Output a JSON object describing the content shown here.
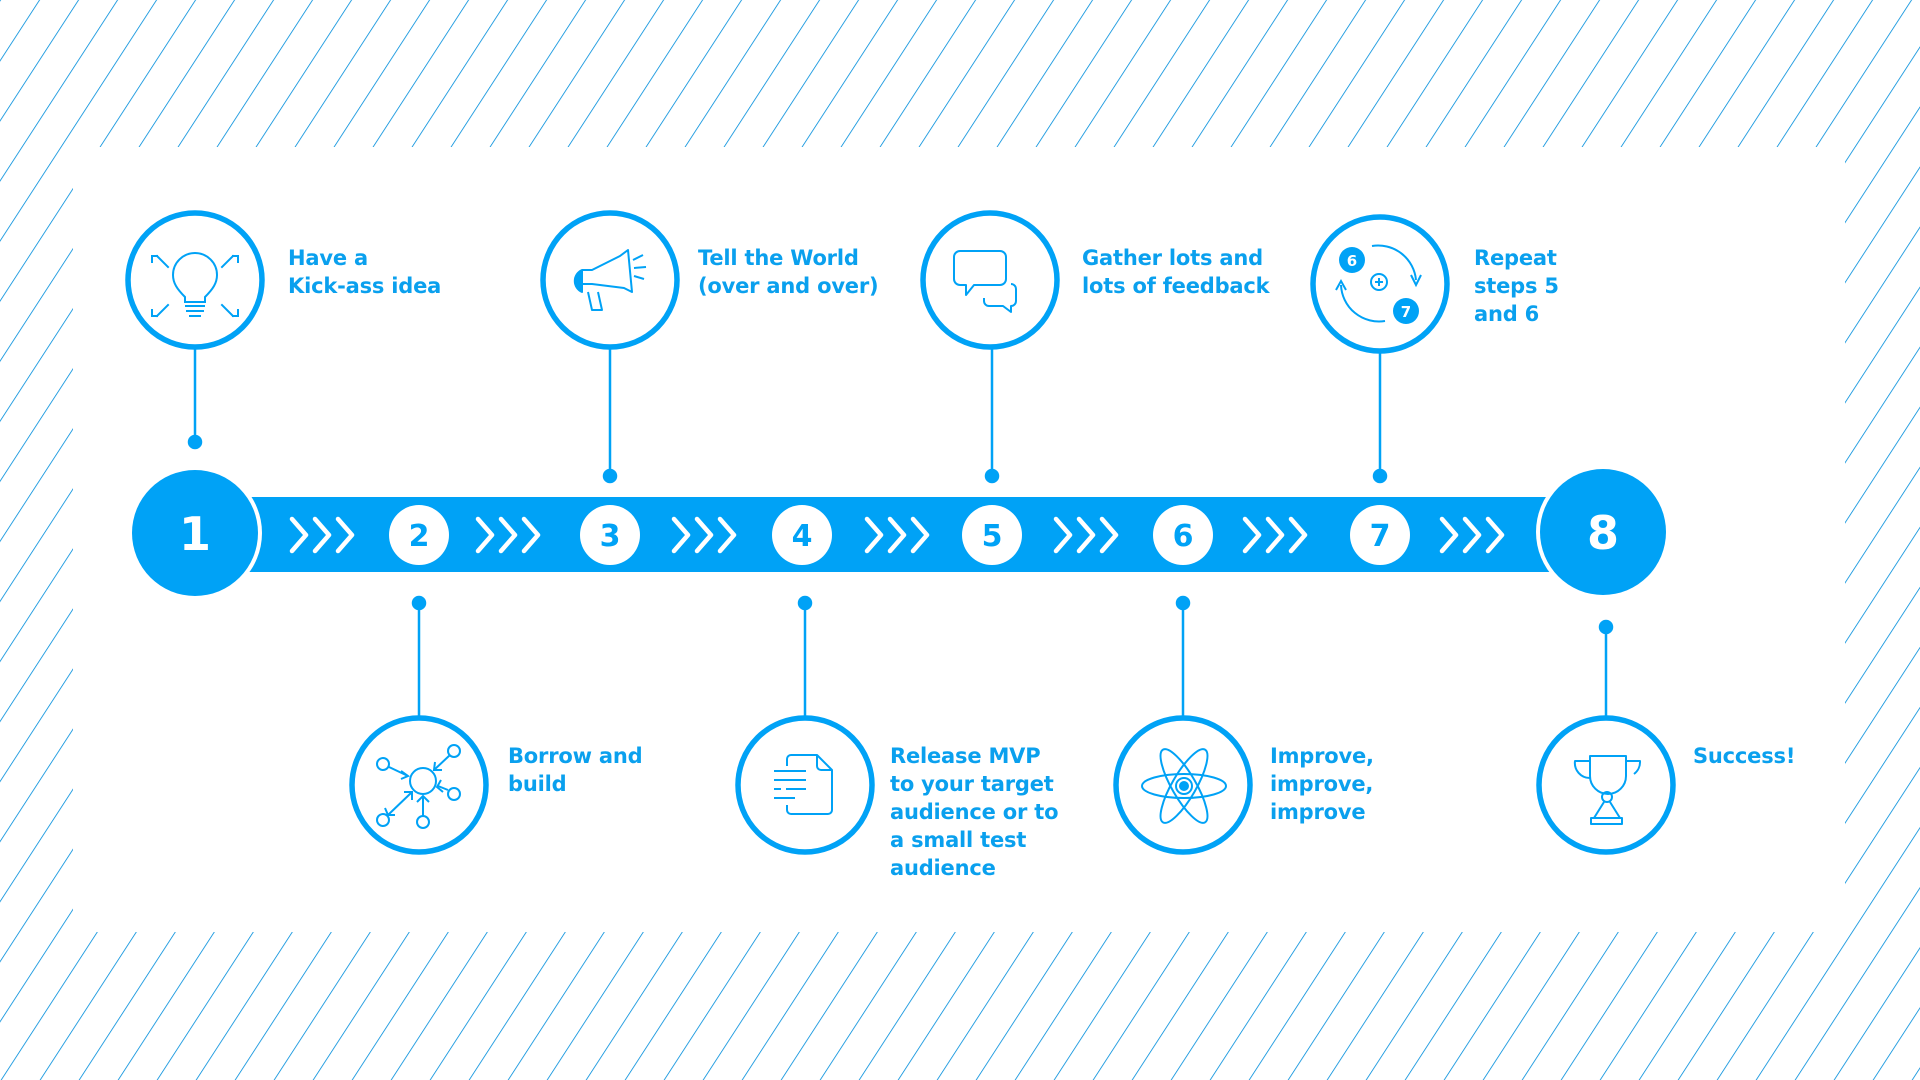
{
  "colors": {
    "accent": "#00A2F6",
    "background": "#FFFFFF",
    "stripe": "#1E9BE0"
  },
  "timeline": {
    "steps": [
      {
        "number": "1",
        "icon": "lightbulb-icon",
        "position": "top",
        "label_lines": [
          "Have a",
          "Kick-ass idea"
        ]
      },
      {
        "number": "2",
        "icon": "network-arrows-icon",
        "position": "bottom",
        "label_lines": [
          "Borrow and",
          "build"
        ]
      },
      {
        "number": "3",
        "icon": "megaphone-icon",
        "position": "top",
        "label_lines": [
          "Tell the World",
          "(over and over)"
        ]
      },
      {
        "number": "4",
        "icon": "document-icon",
        "position": "bottom",
        "label_lines": [
          "Release MVP",
          "to your target",
          "audience or to",
          "a small test",
          "audience"
        ]
      },
      {
        "number": "5",
        "icon": "chat-bubbles-icon",
        "position": "top",
        "label_lines": [
          "Gather lots and",
          "lots of feedback"
        ]
      },
      {
        "number": "6",
        "icon": "atom-icon",
        "position": "bottom",
        "label_lines": [
          "Improve,",
          "improve,",
          "improve"
        ]
      },
      {
        "number": "7",
        "icon": "repeat-cycle-icon",
        "position": "top",
        "label_lines": [
          "Repeat",
          "steps 5",
          "and 6"
        ],
        "icon_badges": [
          "6",
          "7"
        ]
      },
      {
        "number": "8",
        "icon": "trophy-icon",
        "position": "bottom",
        "label_lines": [
          "Success!"
        ]
      }
    ],
    "separator_icon": "triple-chevron-right-icon",
    "separator_glyph": "›››"
  }
}
